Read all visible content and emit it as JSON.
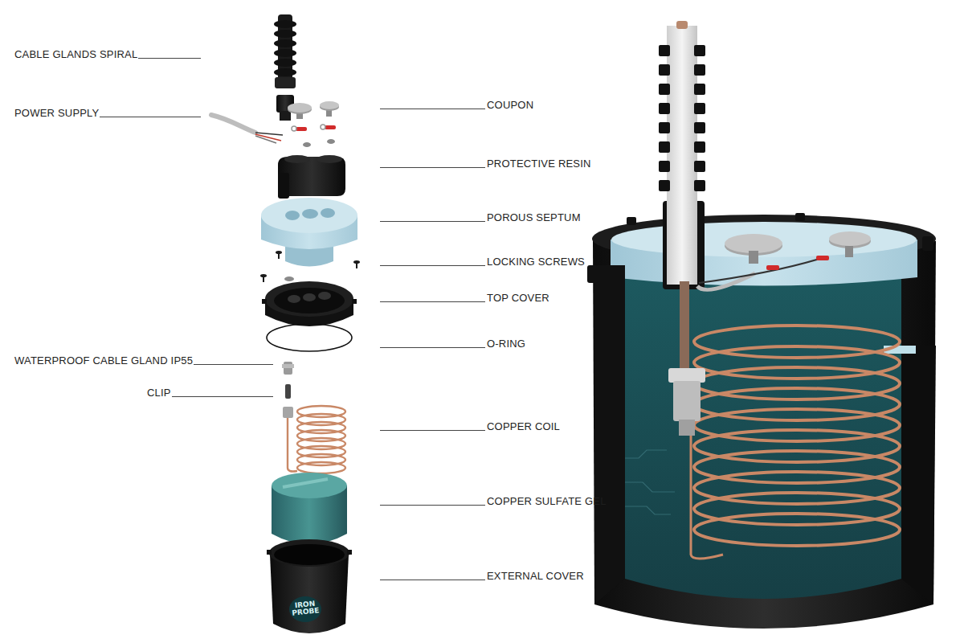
{
  "diagram": {
    "labels": [
      "CABLE GLANDS SPIRAL",
      "POWER SUPPLY",
      "COUPON",
      "PROTECTIVE RESIN",
      "POROUS SEPTUM",
      "LOCKING SCREWS",
      "TOP COVER",
      "O-RING",
      "WATERPROOF CABLE GLAND IP55",
      "CLIP",
      "COPPER COIL",
      "COPPER SULFATE GEL",
      "EXTERNAL COVER",
      "IRON PROBE"
    ]
  }
}
